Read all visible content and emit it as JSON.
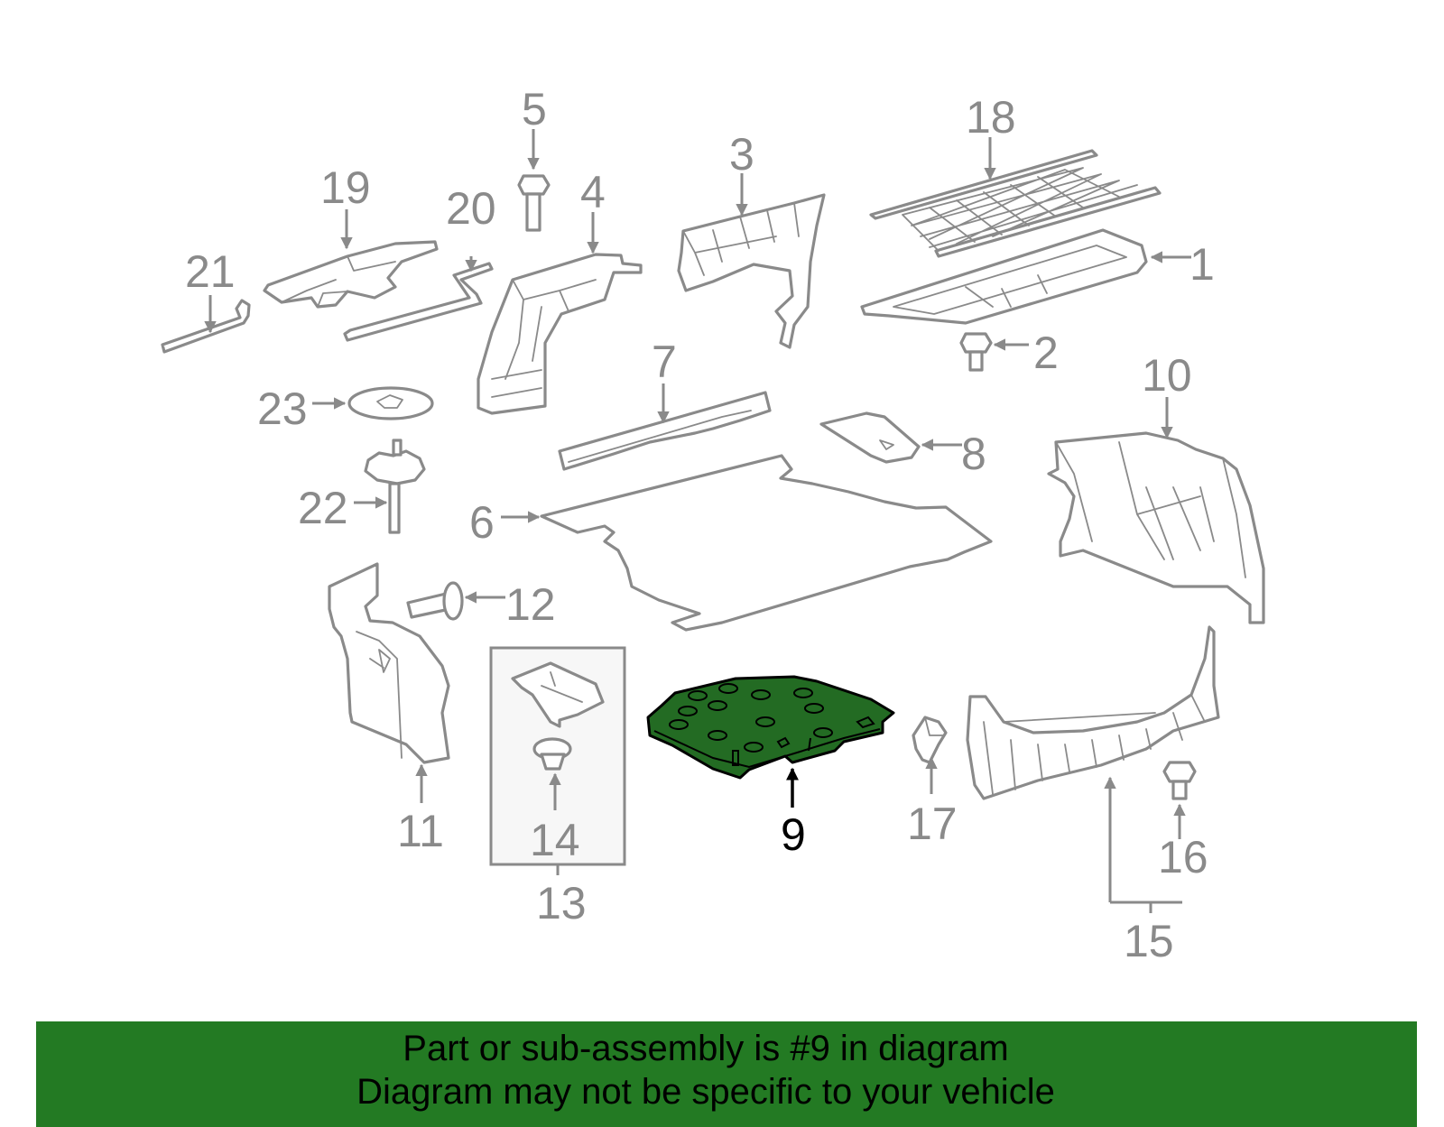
{
  "diagram": {
    "highlight_color": "#236b23",
    "callouts": {
      "c1": "1",
      "c2": "2",
      "c3": "3",
      "c4": "4",
      "c5": "5",
      "c6": "6",
      "c7": "7",
      "c8": "8",
      "c9": "9",
      "c10": "10",
      "c11": "11",
      "c12": "12",
      "c13": "13",
      "c14": "14",
      "c15": "15",
      "c16": "16",
      "c17": "17",
      "c18": "18",
      "c19": "19",
      "c20": "20",
      "c21": "21",
      "c22": "22",
      "c23": "23"
    }
  },
  "footer": {
    "background": "#237a23",
    "line1": "Part or sub-assembly is #9 in diagram",
    "line2": "Diagram may not be specific to your vehicle"
  }
}
